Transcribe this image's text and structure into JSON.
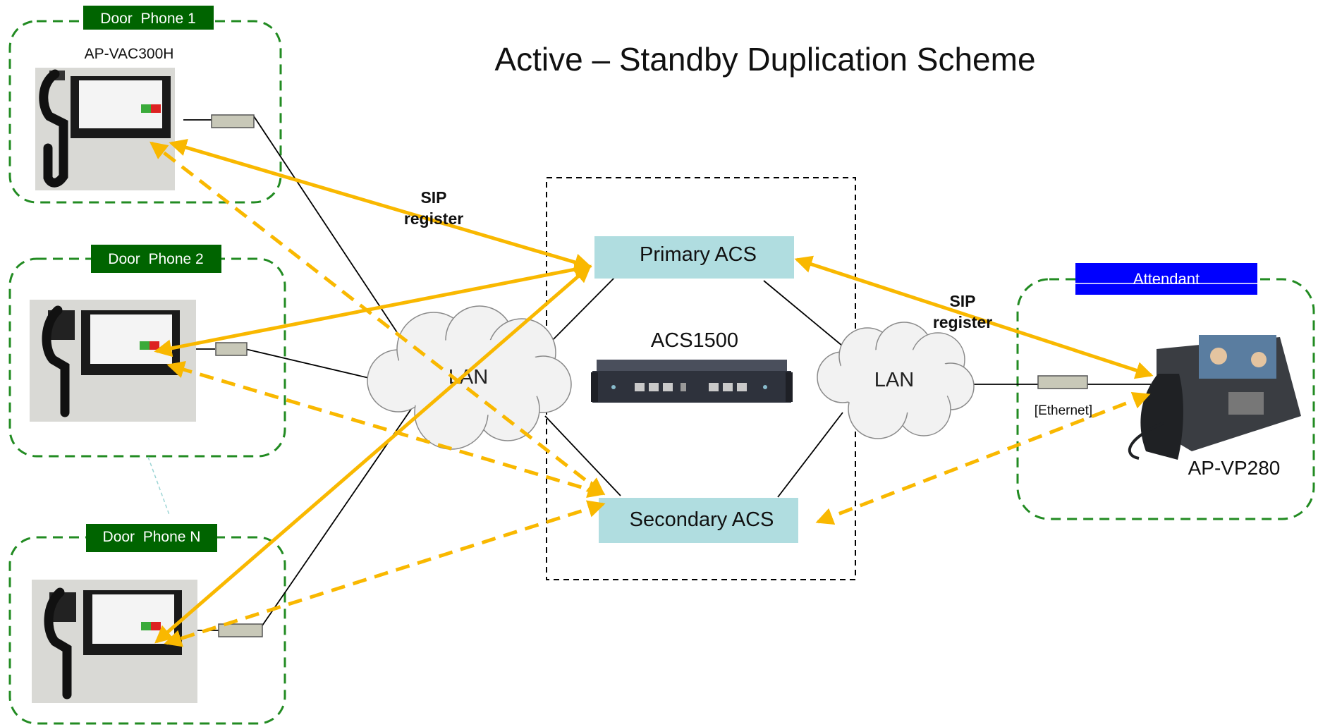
{
  "title": "Active – Standby Duplication Scheme",
  "door_phones": [
    {
      "name": "Door  Phone 1",
      "model": "AP-VAC300H"
    },
    {
      "name": "Door  Phone 2"
    },
    {
      "name": "Door  Phone N"
    }
  ],
  "attendant": {
    "name": "Attendant",
    "model": "AP-VP280",
    "link_label": "[Ethernet]"
  },
  "server": {
    "model": "ACS1500",
    "primary": "Primary ACS",
    "secondary": "Secondary  ACS"
  },
  "lan_label": "LAN",
  "sip": {
    "line1": "SIP",
    "line2": "register"
  },
  "colors": {
    "group_border": "#228b22",
    "phone_tag": "#006400",
    "attendant_tag": "#0000ff",
    "acs_box": "#b0dde0",
    "sip_arrow": "#f9b800",
    "server_border": "#000000"
  }
}
